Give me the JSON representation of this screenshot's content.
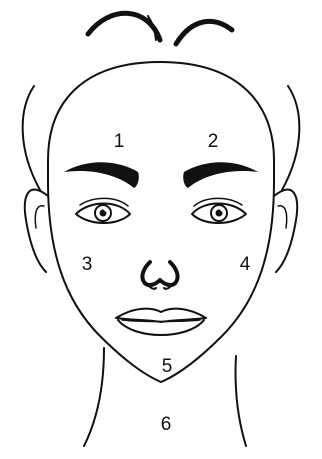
{
  "colors": {
    "ink": "#111111",
    "background": "#ffffff"
  },
  "zones": [
    {
      "id": "zone-1",
      "label": "1"
    },
    {
      "id": "zone-2",
      "label": "2"
    },
    {
      "id": "zone-3",
      "label": "3"
    },
    {
      "id": "zone-4",
      "label": "4"
    },
    {
      "id": "zone-5",
      "label": "5"
    },
    {
      "id": "zone-6",
      "label": "6"
    }
  ]
}
